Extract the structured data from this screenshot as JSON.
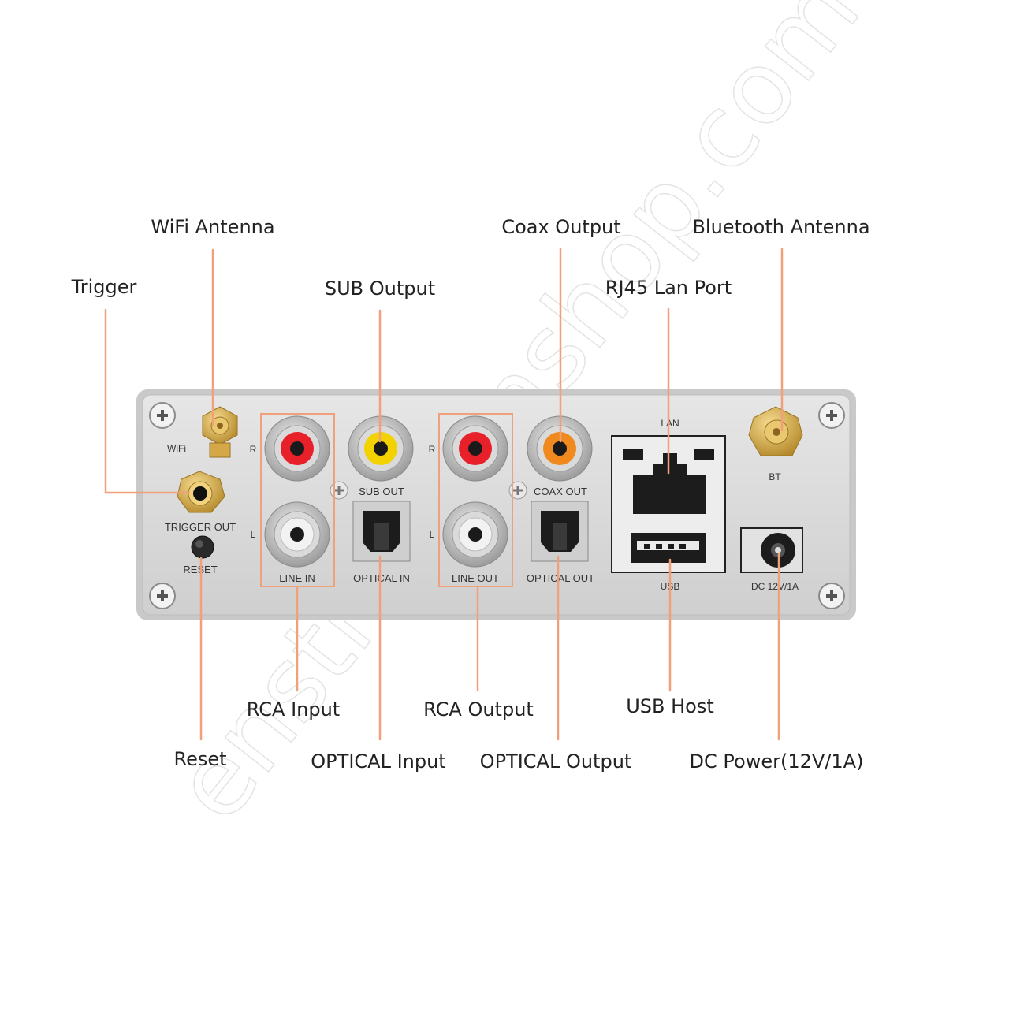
{
  "callouts": {
    "wifi_antenna": "WiFi Antenna",
    "trigger": "Trigger",
    "sub_output": "SUB Output",
    "coax_output": "Coax Output",
    "rj45": "RJ45 Lan Port",
    "bt_antenna": "Bluetooth Antenna",
    "rca_input": "RCA Input",
    "reset": "Reset",
    "optical_input": "OPTICAL Input",
    "rca_output": "RCA Output",
    "optical_output": "OPTICAL Output",
    "usb_host": "USB Host",
    "dc_power": "DC Power(12V/1A)"
  },
  "panel_labels": {
    "wifi": "WiFi",
    "trigger_out": "TRIGGER OUT",
    "reset": "RESET",
    "r": "R",
    "l": "L",
    "line_in": "LINE IN",
    "sub_out": "SUB OUT",
    "optical_in": "OPTICAL IN",
    "line_out": "LINE OUT",
    "coax_out": "COAX OUT",
    "optical_out": "OPTICAL OUT",
    "lan": "LAN",
    "usb": "USB",
    "bt": "BT",
    "dc": "DC 12V/1A"
  },
  "watermark": "enstrumanshop.com",
  "colors": {
    "leader": "#f0a07a",
    "panel": "#dcdcdc",
    "highlight_box": "#f0a07a",
    "rca_red": "#e8202a",
    "rca_white": "#f2f2f2",
    "rca_yellow": "#f2d200",
    "rca_orange": "#f08a1e",
    "gold": "#d9ad4a"
  }
}
